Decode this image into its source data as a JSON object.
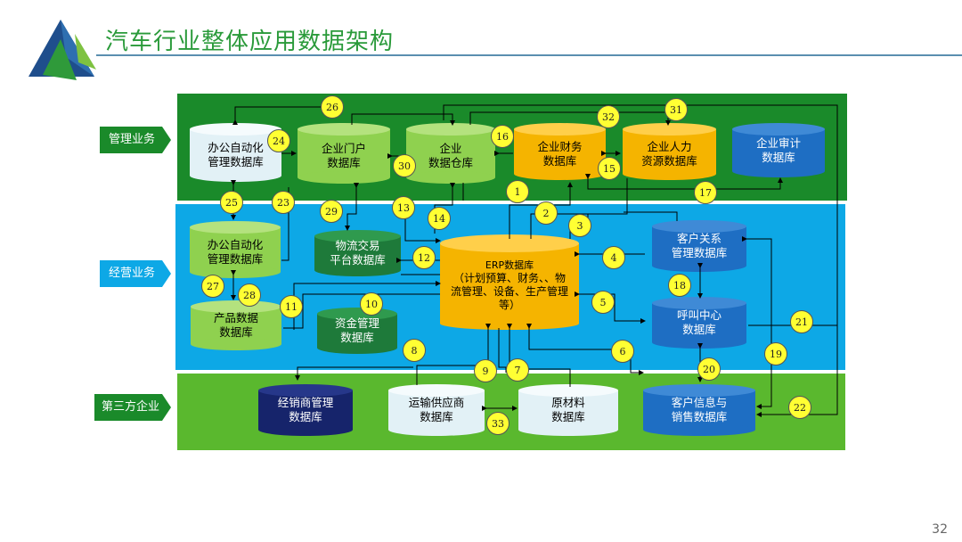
{
  "title": "汽车行业整体应用数据架构",
  "page_number": "32",
  "lanes": {
    "mgmt": "管理业务",
    "biz": "经营业务",
    "third": "第三方企业"
  },
  "databases": {
    "oa_mgmt": [
      "办公自动化",
      "管理数据库"
    ],
    "portal": [
      "企业门户",
      "数据库"
    ],
    "warehouse": [
      "企业",
      "数据仓库"
    ],
    "finance": [
      "企业财务",
      "数据库"
    ],
    "hr": [
      "企业人力",
      "资源数据库"
    ],
    "audit": [
      "企业审计",
      "数据库"
    ],
    "oa_biz": [
      "办公自动化",
      "管理数据库"
    ],
    "logistics": [
      "物流交易",
      "平台数据库"
    ],
    "erp": [
      "ERP数据库",
      "（计划预算、财务、、物",
      "流管理、设备、生产管理",
      "等）"
    ],
    "crm": [
      "客户关系",
      "管理数据库"
    ],
    "product": [
      "产品数据",
      "数据库"
    ],
    "fund": [
      "资金管理",
      "数据库"
    ],
    "callcenter": [
      "呼叫中心",
      "数据库"
    ],
    "dealer": [
      "经销商管理",
      "数据库"
    ],
    "supplier": [
      "运输供应商",
      "数据库"
    ],
    "material": [
      "原材料",
      "数据库"
    ],
    "customer_sales": [
      "客户信息与",
      "销售数据库"
    ]
  },
  "markers": [
    "1",
    "2",
    "3",
    "4",
    "5",
    "6",
    "7",
    "8",
    "9",
    "10",
    "11",
    "12",
    "13",
    "14",
    "15",
    "16",
    "17",
    "18",
    "19",
    "20",
    "21",
    "22",
    "23",
    "24",
    "25",
    "26",
    "27",
    "28",
    "29",
    "30",
    "31",
    "32",
    "33"
  ],
  "colors": {
    "mgmt_band": "#1a8a2a",
    "biz_band": "#0da8e6",
    "third_band": "#5ab82e",
    "marker": "#ffff33",
    "title": "#2a9a3a"
  }
}
